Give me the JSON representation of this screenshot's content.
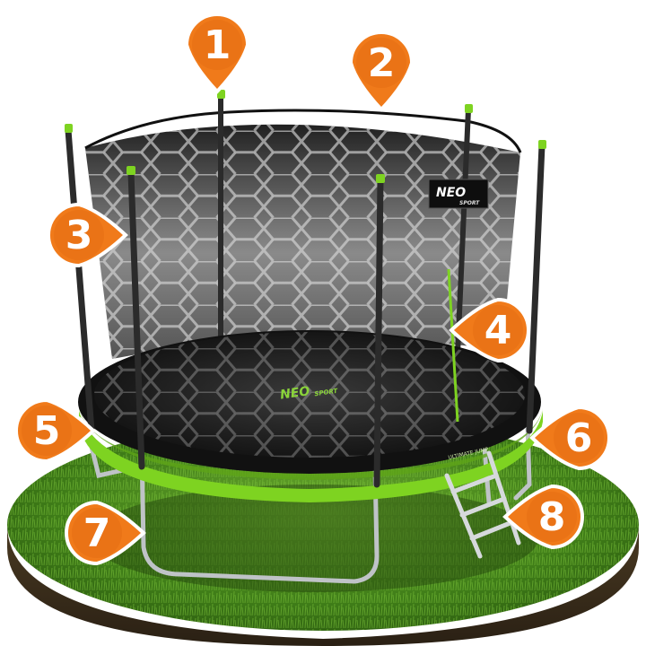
{
  "colors": {
    "marker": "#f07a1a",
    "marker_dark": "#d85f0a",
    "accent_green": "#7ed321",
    "grass": "#4c8a1e",
    "mat": "#1a1a1a",
    "frame": "#bfc3c7"
  },
  "product": {
    "net_brand": "NEO",
    "net_brand_sub": "SPORT",
    "mat_brand": "NEO",
    "mat_brand_sub": "SPORT",
    "skirt_text": "ULTIMATE JUMP"
  },
  "markers": [
    {
      "label": "1",
      "icon": "location-pin-icon"
    },
    {
      "label": "2",
      "icon": "location-pin-icon"
    },
    {
      "label": "3",
      "icon": "location-pin-icon"
    },
    {
      "label": "4",
      "icon": "location-pin-icon"
    },
    {
      "label": "5",
      "icon": "location-pin-icon"
    },
    {
      "label": "6",
      "icon": "location-pin-icon"
    },
    {
      "label": "7",
      "icon": "location-pin-icon"
    },
    {
      "label": "8",
      "icon": "location-pin-icon"
    }
  ]
}
